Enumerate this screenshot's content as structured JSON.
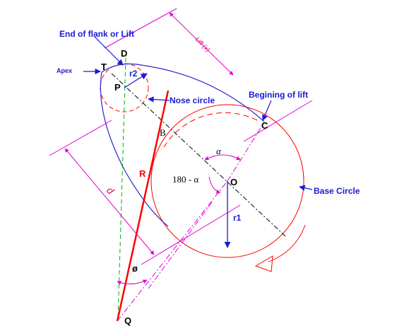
{
  "labels": {
    "end_of_flank": "End of flank or Lift",
    "apex": "Apex",
    "point_t": "T",
    "point_d": "D",
    "point_p": "P",
    "r2": "r2",
    "nose_circle": "Nose circle",
    "lift": "Lift (x)",
    "begining_of_lift": "Begining of lift",
    "point_c": "C",
    "point_b": "B",
    "alpha": "α",
    "supplement_angle": "180 - α",
    "point_o": "O",
    "base_circle": "Base Circle",
    "r1": "r1",
    "R": "R",
    "d": "d",
    "phi": "ø",
    "point_q": "Q"
  },
  "colors": {
    "flank_arc": "#2828c8",
    "label_blue": "#1a1ad6",
    "dimension_lines": "#e000d0",
    "centre_line": "#000000",
    "radius_R": "#ff0000",
    "base_circle": "#ff0000",
    "pitch_line": "#00b000"
  }
}
